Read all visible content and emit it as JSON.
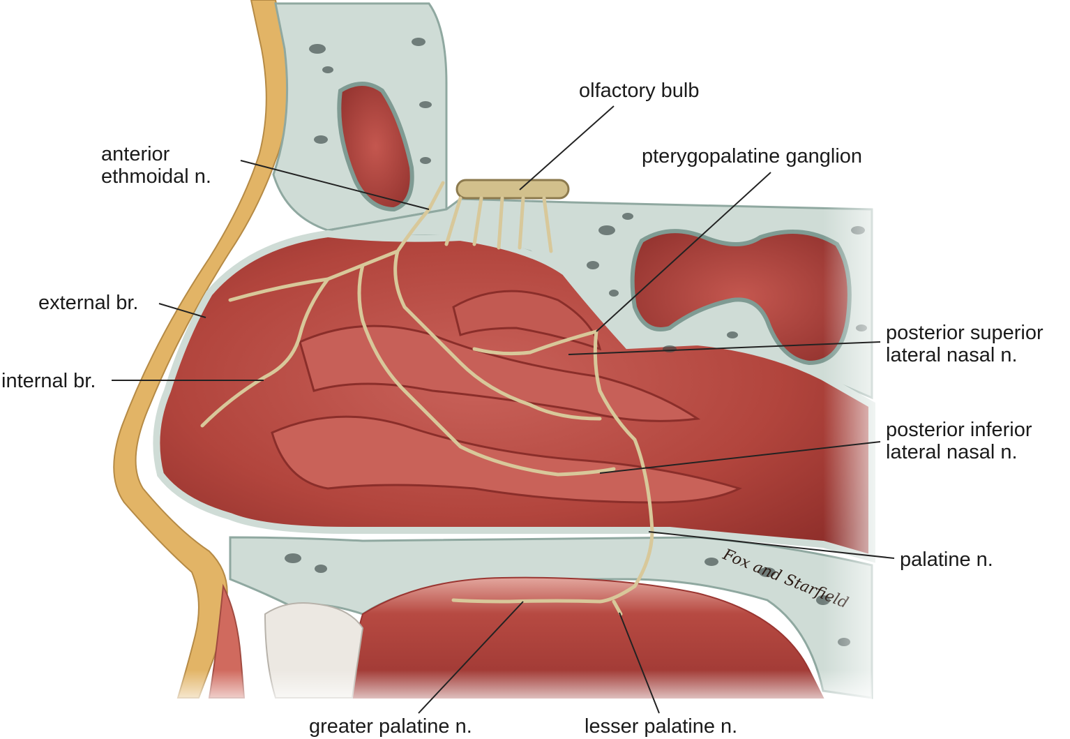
{
  "colors": {
    "background": "#ffffff",
    "mucosa": "#b5483e",
    "mucosa_dark": "#8f2f2b",
    "bone": "#cfdcd6",
    "bone_pore": "#3c4a48",
    "skin_edge": "#e0b56a",
    "nerve": "#d8c89a",
    "nerve_outline": "#8c7a4e",
    "leader_line": "#222222"
  },
  "signature": "Fox and Starfield",
  "labels": {
    "olfactory_bulb": "olfactory bulb",
    "anterior_ethmoidal_line1": "anterior",
    "anterior_ethmoidal_line2": "ethmoidal n.",
    "pterygopalatine_ganglion": "pterygopalatine ganglion",
    "external_br": "external br.",
    "internal_br": "internal br.",
    "posterior_superior_line1": "posterior superior",
    "posterior_superior_line2": "lateral nasal n.",
    "posterior_inferior_line1": "posterior inferior",
    "posterior_inferior_line2": "lateral nasal n.",
    "palatine_n": "palatine n.",
    "greater_palatine": "greater palatine n.",
    "lesser_palatine": "lesser palatine n."
  }
}
